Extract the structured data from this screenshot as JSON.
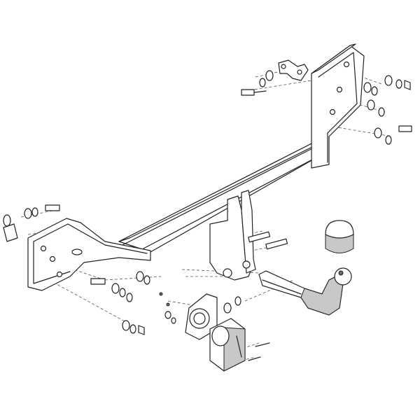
{
  "diagram": {
    "parts": [
      "main-crossbar",
      "right-bracket-plate",
      "left-bracket-plate",
      "center-receiver",
      "detachable-towbar-neck",
      "towball-cover-cap",
      "socket-mounting-plate",
      "electrical-socket"
    ],
    "colors": {
      "line": "#222222",
      "shade": "#c8c8c8",
      "dark": "#6a6a6a",
      "background": "#ffffff"
    }
  }
}
